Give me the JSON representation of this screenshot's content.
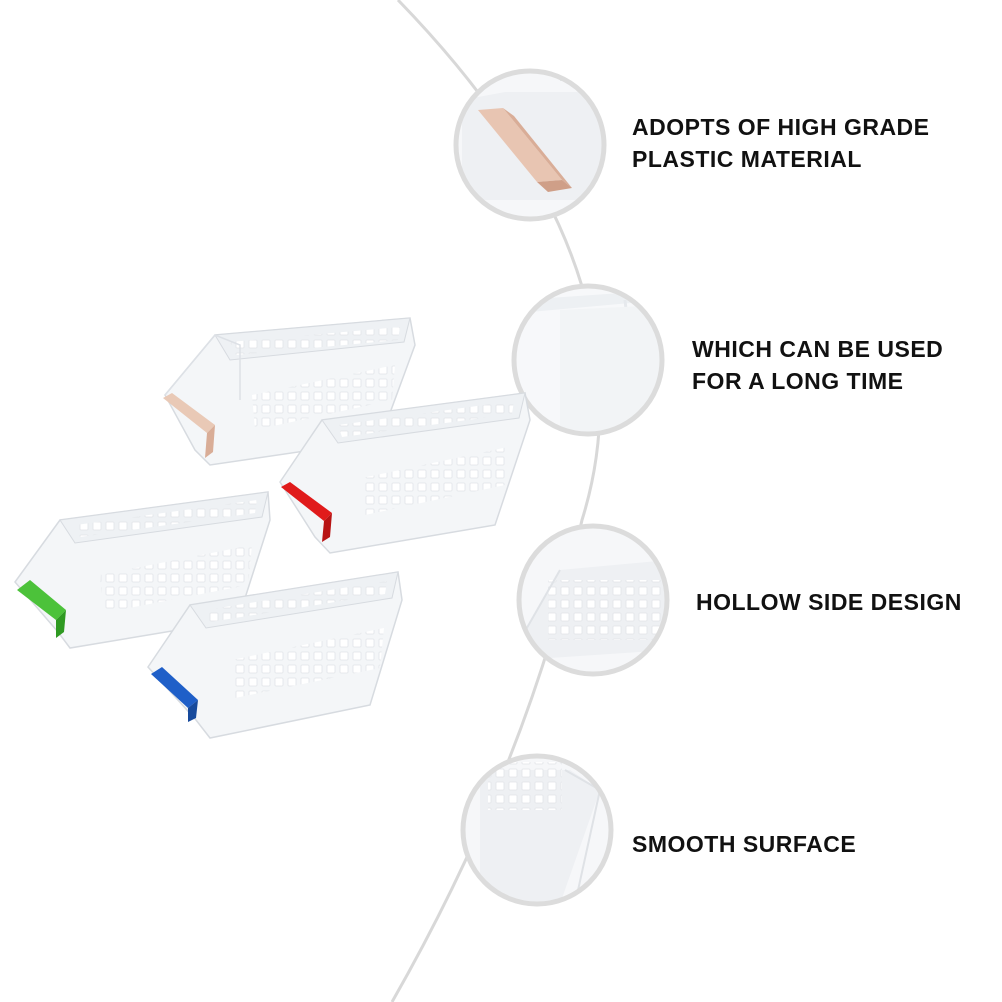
{
  "features": [
    {
      "lines": [
        "ADOPTS OF HIGH GRADE",
        "PLASTIC MATERIAL"
      ],
      "icon": "handle-closeup-icon"
    },
    {
      "lines": [
        "WHICH CAN BE USED",
        "FOR A LONG TIME"
      ],
      "icon": "basket-corner-closeup-icon"
    },
    {
      "lines": [
        "HOLLOW SIDE DESIGN"
      ],
      "icon": "hollow-side-closeup-icon"
    },
    {
      "lines": [
        "SMOOTH SURFACE"
      ],
      "icon": "basket-end-closeup-icon"
    }
  ],
  "baskets": [
    {
      "name": "basket-beige",
      "handle_color": "#e9c9b6"
    },
    {
      "name": "basket-red",
      "handle_color": "#e01b1b"
    },
    {
      "name": "basket-green",
      "handle_color": "#4cc23a"
    },
    {
      "name": "basket-blue",
      "handle_color": "#1f5fc8"
    }
  ],
  "colors": {
    "ring": "#dcdcdc",
    "arc": "#d8d8d8",
    "basket_body": "#f4f6f8",
    "basket_edge": "#d7dbe0",
    "hole": "#ffffff",
    "text": "#111111"
  }
}
